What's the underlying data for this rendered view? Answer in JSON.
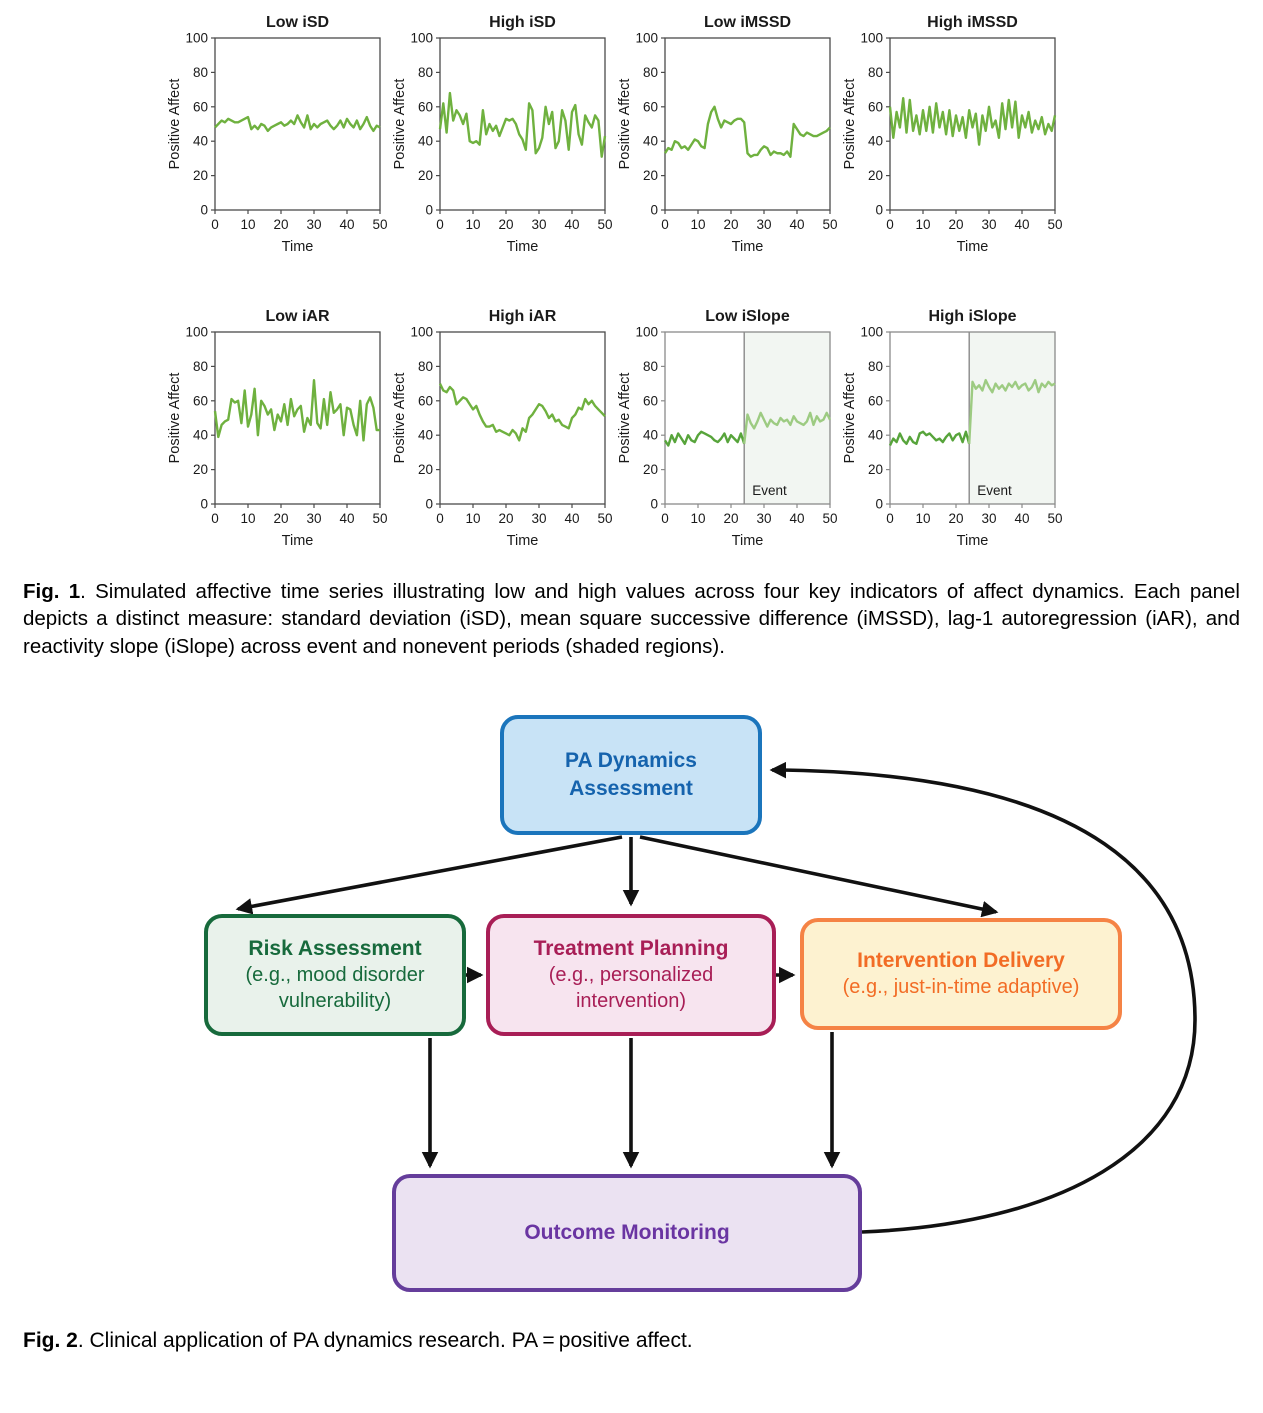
{
  "figure1": {
    "caption_label": "Fig. 1",
    "caption_text": ". Simulated affective time series illustrating low and high values across four key indicators of affect dynamics. Each panel depicts a distinct measure: standard deviation (iSD), mean square successive difference (iMSSD), lag-1 autoregression (iAR), and reactivity slope (iSlope) across event and nonevent periods (shaded regions).",
    "axis": {
      "xlabel": "Time",
      "ylabel": "Positive Affect",
      "xticks": [
        0,
        10,
        20,
        30,
        40,
        50
      ],
      "yticks": [
        0,
        20,
        40,
        60,
        80,
        100
      ],
      "xlim": [
        0,
        50
      ],
      "ylim": [
        0,
        100
      ]
    }
  },
  "chart_data": [
    {
      "type": "line",
      "title": "Low iSD",
      "xlabel": "Time",
      "ylabel": "Positive Affect",
      "xlim": [
        0,
        50
      ],
      "ylim": [
        0,
        100
      ],
      "line_color": "#6fb13f",
      "values": [
        48,
        50,
        52,
        51,
        53,
        52,
        51,
        51,
        52,
        53,
        54,
        47,
        49,
        47,
        50,
        49,
        46,
        48,
        49,
        50,
        51,
        49,
        50,
        52,
        50,
        55,
        51,
        48,
        55,
        47,
        50,
        48,
        50,
        51,
        52,
        49,
        47,
        49,
        52,
        48,
        53,
        50,
        48,
        52,
        47,
        50,
        54,
        49,
        46,
        49,
        48
      ]
    },
    {
      "type": "line",
      "title": "High iSD",
      "xlabel": "Time",
      "ylabel": "Positive Affect",
      "xlim": [
        0,
        50
      ],
      "ylim": [
        0,
        100
      ],
      "line_color": "#6fb13f",
      "values": [
        47,
        62,
        45,
        68,
        52,
        58,
        55,
        50,
        56,
        40,
        39,
        40,
        38,
        58,
        44,
        50,
        46,
        49,
        43,
        48,
        53,
        52,
        53,
        50,
        44,
        41,
        35,
        62,
        58,
        33,
        36,
        42,
        60,
        50,
        57,
        36,
        40,
        58,
        52,
        35,
        57,
        61,
        44,
        38,
        55,
        51,
        48,
        55,
        52,
        31,
        43
      ]
    },
    {
      "type": "line",
      "title": "Low iMSSD",
      "xlabel": "Time",
      "ylabel": "Positive Affect",
      "xlim": [
        0,
        50
      ],
      "ylim": [
        0,
        100
      ],
      "line_color": "#6fb13f",
      "values": [
        33,
        36,
        35,
        40,
        39,
        36,
        37,
        35,
        38,
        41,
        40,
        37,
        36,
        50,
        57,
        60,
        53,
        48,
        52,
        51,
        50,
        52,
        53,
        53,
        51,
        33,
        31,
        32,
        32,
        35,
        37,
        36,
        32,
        34,
        33,
        33,
        32,
        34,
        31,
        50,
        47,
        44,
        43,
        45,
        44,
        43,
        43,
        44,
        45,
        46,
        48
      ]
    },
    {
      "type": "line",
      "title": "High iMSSD",
      "xlabel": "Time",
      "ylabel": "Positive Affect",
      "xlim": [
        0,
        50
      ],
      "ylim": [
        0,
        100
      ],
      "line_color": "#6fb13f",
      "values": [
        60,
        42,
        57,
        48,
        65,
        45,
        64,
        46,
        55,
        44,
        58,
        46,
        60,
        45,
        62,
        48,
        57,
        44,
        58,
        43,
        55,
        46,
        54,
        42,
        58,
        48,
        56,
        38,
        55,
        46,
        60,
        48,
        52,
        42,
        62,
        47,
        64,
        48,
        63,
        42,
        55,
        48,
        57,
        45,
        52,
        47,
        54,
        44,
        50,
        46,
        55
      ]
    },
    {
      "type": "line",
      "title": "Low iAR",
      "xlabel": "Time",
      "ylabel": "Positive Affect",
      "xlim": [
        0,
        50
      ],
      "ylim": [
        0,
        100
      ],
      "line_color": "#6fb13f",
      "values": [
        54,
        39,
        46,
        48,
        49,
        61,
        59,
        60,
        47,
        66,
        45,
        52,
        67,
        40,
        60,
        57,
        52,
        55,
        43,
        52,
        48,
        58,
        46,
        61,
        51,
        55,
        57,
        42,
        50,
        46,
        72,
        47,
        44,
        61,
        46,
        65,
        53,
        55,
        58,
        40,
        56,
        55,
        46,
        40,
        60,
        37,
        58,
        62,
        56,
        43,
        43
      ]
    },
    {
      "type": "line",
      "title": "High iAR",
      "xlabel": "Time",
      "ylabel": "Positive Affect",
      "xlim": [
        0,
        50
      ],
      "ylim": [
        0,
        100
      ],
      "line_color": "#6fb13f",
      "values": [
        70,
        66,
        65,
        68,
        66,
        58,
        60,
        62,
        61,
        58,
        55,
        57,
        52,
        48,
        45,
        45,
        46,
        42,
        43,
        42,
        41,
        40,
        43,
        41,
        37,
        44,
        42,
        50,
        52,
        55,
        58,
        57,
        54,
        50,
        52,
        48,
        49,
        46,
        45,
        44,
        50,
        52,
        56,
        55,
        61,
        58,
        60,
        57,
        55,
        53,
        51
      ]
    },
    {
      "type": "line",
      "title": "Low iSlope",
      "xlabel": "Time",
      "ylabel": "Positive Affect",
      "xlim": [
        0,
        50
      ],
      "ylim": [
        0,
        100
      ],
      "event_start": 24,
      "event_label": "Event",
      "event_fill": "#f2f6f2",
      "event_line": "#8a8a8a",
      "pre_color": "#57a43b",
      "post_color": "#9dcb82",
      "values": [
        37,
        34,
        40,
        36,
        41,
        38,
        35,
        40,
        37,
        36,
        40,
        42,
        41,
        40,
        39,
        37,
        36,
        38,
        41,
        36,
        40,
        38,
        36,
        41,
        35,
        52,
        47,
        44,
        48,
        53,
        49,
        45,
        49,
        47,
        46,
        50,
        48,
        49,
        46,
        51,
        48,
        47,
        46,
        48,
        53,
        46,
        51,
        48,
        49,
        53,
        49
      ]
    },
    {
      "type": "line",
      "title": "High iSlope",
      "xlabel": "Time",
      "ylabel": "Positive Affect",
      "xlim": [
        0,
        50
      ],
      "ylim": [
        0,
        100
      ],
      "event_start": 24,
      "event_label": "Event",
      "event_fill": "#f2f6f2",
      "event_line": "#8a8a8a",
      "pre_color": "#57a43b",
      "post_color": "#9dcb82",
      "values": [
        34,
        38,
        36,
        41,
        37,
        35,
        39,
        36,
        35,
        41,
        42,
        40,
        41,
        39,
        37,
        38,
        36,
        39,
        41,
        37,
        40,
        41,
        36,
        42,
        35,
        71,
        67,
        69,
        66,
        72,
        68,
        65,
        70,
        67,
        69,
        66,
        70,
        68,
        71,
        67,
        69,
        70,
        66,
        68,
        72,
        65,
        70,
        68,
        71,
        69,
        70
      ]
    }
  ],
  "figure2": {
    "caption_label": "Fig. 2",
    "caption_text": ". Clinical application of PA dynamics research. PA = positive affect.",
    "arrow_color": "#111111",
    "nodes": {
      "pa": {
        "title": "PA Dynamics Assessment",
        "subtitle": "",
        "fill": "#c8e3f6",
        "border": "#1b75bc",
        "text": "#1563ad"
      },
      "risk": {
        "title": "Risk Assessment",
        "subtitle": "(e.g., mood disorder vulnerability)",
        "fill": "#e9f2eb",
        "border": "#176a3c",
        "text": "#176a3c"
      },
      "treatment": {
        "title": "Treatment Planning",
        "subtitle": "(e.g., personalized intervention)",
        "fill": "#f7e4ef",
        "border": "#a81e56",
        "text": "#a81e56"
      },
      "intervention": {
        "title": "Intervention Delivery",
        "subtitle": "(e.g., just-in-time adaptive)",
        "fill": "#fdf2d0",
        "border": "#f58345",
        "text": "#f26c25"
      },
      "outcome": {
        "title": "Outcome Monitoring",
        "subtitle": "",
        "fill": "#ebe2f2",
        "border": "#653d9b",
        "text": "#6a35a2"
      }
    }
  }
}
